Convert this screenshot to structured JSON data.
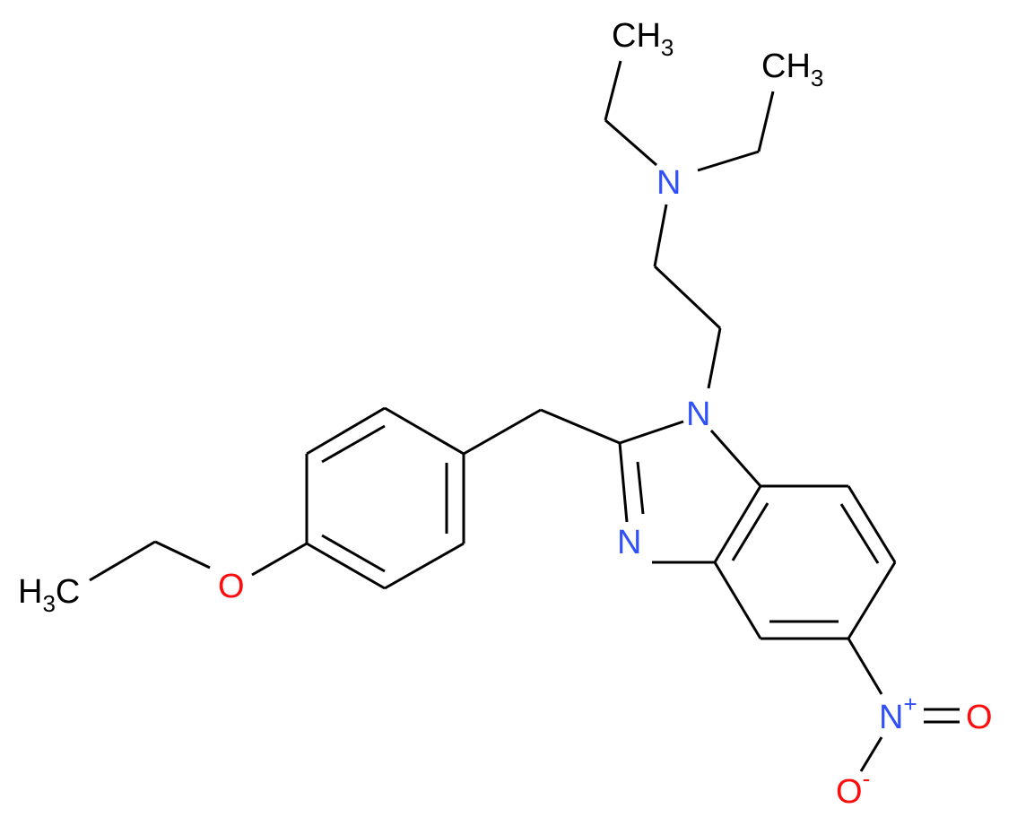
{
  "molecule": {
    "colors": {
      "carbon": "#000000",
      "nitrogen": "#3050F8",
      "oxygen": "#FF0D0D"
    },
    "atoms": {
      "ch3_a": {
        "base": "CH",
        "sub": "3"
      },
      "ch3_b": {
        "base": "CH",
        "sub": "3"
      },
      "n_amine": {
        "base": "N"
      },
      "n1_ring": {
        "base": "N"
      },
      "n3_ring": {
        "base": "N"
      },
      "o_ether": {
        "base": "O"
      },
      "h3c": {
        "prefix": "H",
        "sub": "3",
        "base": "C"
      },
      "n_nitro": {
        "base": "N",
        "charge": "+"
      },
      "o_double": {
        "base": "O"
      },
      "o_minus": {
        "base": "O",
        "charge": "-"
      }
    }
  }
}
